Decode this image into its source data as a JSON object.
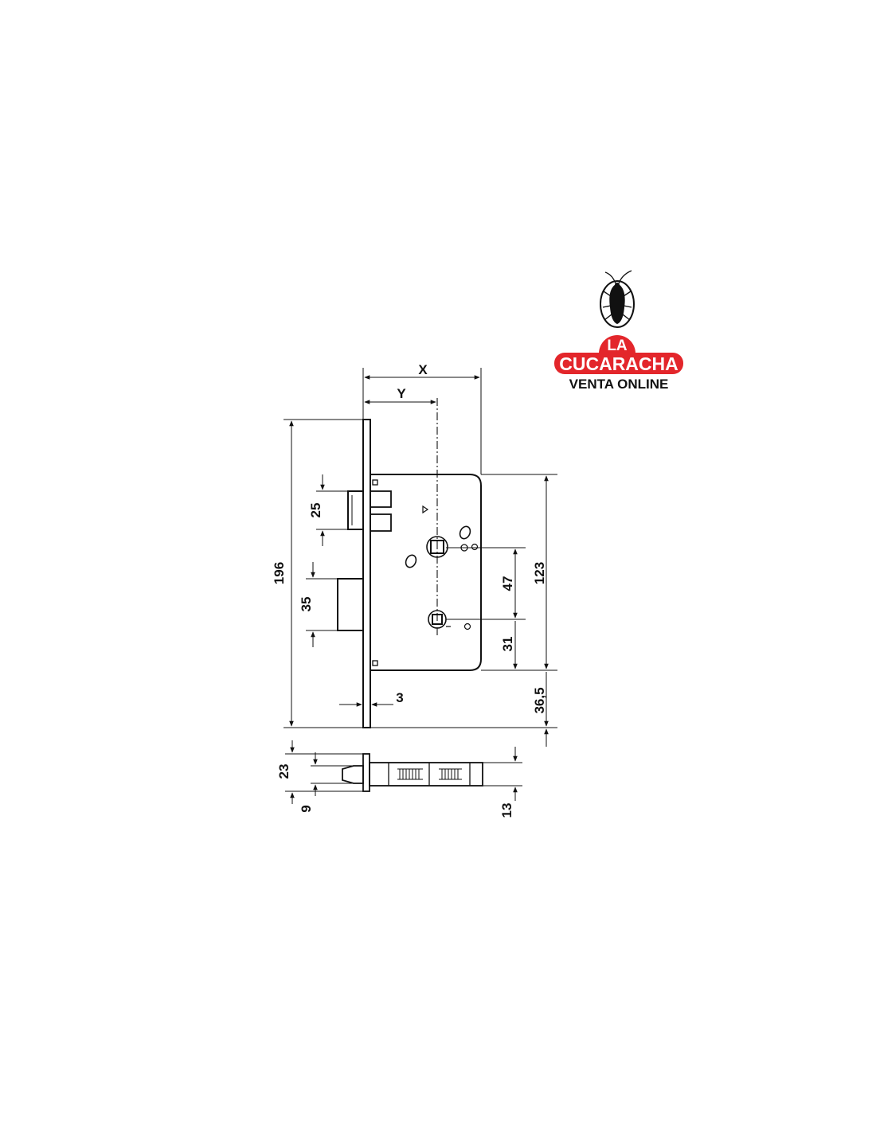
{
  "logo": {
    "line1": "LA",
    "line2": "CUCARACHA",
    "line3": "VENTA ONLINE",
    "icon": "cockroach-icon",
    "accent": "#e3262b"
  },
  "dimensions": {
    "x": "X",
    "y": "Y",
    "d196": "196",
    "d25": "25",
    "d35": "35",
    "d3": "3",
    "d123": "123",
    "d47": "47",
    "d31": "31",
    "d36_5": "36,5",
    "d23": "23",
    "d9": "9",
    "d13": "13"
  }
}
